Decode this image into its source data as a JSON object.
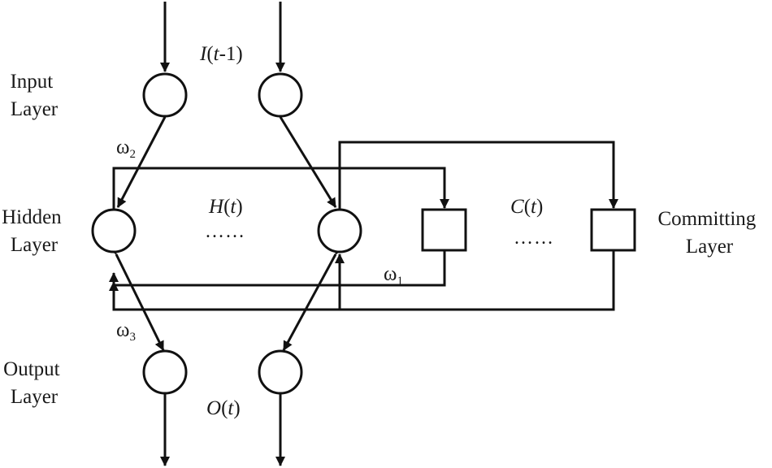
{
  "layers": {
    "input": [
      "Input",
      "Layer"
    ],
    "hidden": [
      "Hidden",
      "Layer"
    ],
    "output": [
      "Output",
      "Layer"
    ],
    "committing": [
      "Committing",
      "Layer"
    ]
  },
  "math_labels": {
    "input": {
      "var": "I",
      "open": "(",
      "t": "t",
      "rest": "-1)"
    },
    "hidden": {
      "var": "H",
      "open": "(",
      "t": "t",
      "rest": ")"
    },
    "committing": {
      "var": "C",
      "open": "(",
      "t": "t",
      "rest": ")"
    },
    "output": {
      "var": "O",
      "open": "(",
      "t": "t",
      "rest": ")"
    }
  },
  "weights": {
    "w1": {
      "symbol": "ω",
      "sub": "1"
    },
    "w2": {
      "symbol": "ω",
      "sub": "2"
    },
    "w3": {
      "symbol": "ω",
      "sub": "3"
    }
  },
  "ellipsis": "……"
}
